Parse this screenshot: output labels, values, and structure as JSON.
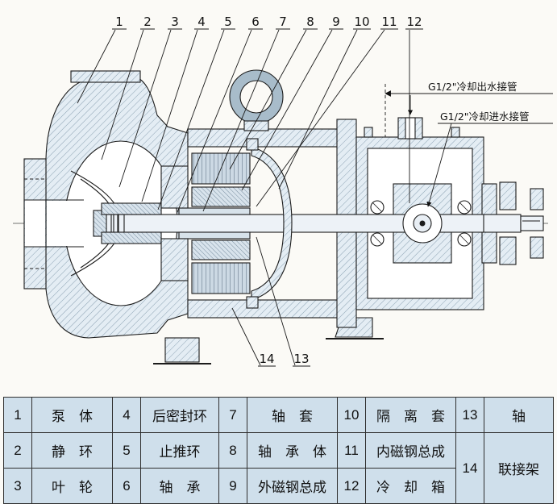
{
  "drawing": {
    "callouts": [
      "1",
      "2",
      "3",
      "4",
      "5",
      "6",
      "7",
      "8",
      "9",
      "10",
      "11",
      "12",
      "13",
      "14"
    ],
    "annotations": {
      "outlet": "G1/2\"冷却出水接管",
      "inlet": "G1/2\"冷却进水接管"
    }
  },
  "parts": [
    {
      "no": "1",
      "name": "泵　体"
    },
    {
      "no": "2",
      "name": "静　环"
    },
    {
      "no": "3",
      "name": "叶　轮"
    },
    {
      "no": "4",
      "name": "后密封环"
    },
    {
      "no": "5",
      "name": "止推环"
    },
    {
      "no": "6",
      "name": "轴　承"
    },
    {
      "no": "7",
      "name": "轴　套"
    },
    {
      "no": "8",
      "name": "轴　承　体"
    },
    {
      "no": "9",
      "name": "外磁钢总成"
    },
    {
      "no": "10",
      "name": "隔　离　套"
    },
    {
      "no": "11",
      "name": "内磁钢总成"
    },
    {
      "no": "12",
      "name": "冷　却　箱"
    },
    {
      "no": "13",
      "name": "轴"
    },
    {
      "no": "14",
      "name": "联接架"
    }
  ],
  "colors": {
    "line": "#1b1b1b",
    "hatch_fill": "#e4edf4",
    "table_cell": "#cfdfeb"
  }
}
